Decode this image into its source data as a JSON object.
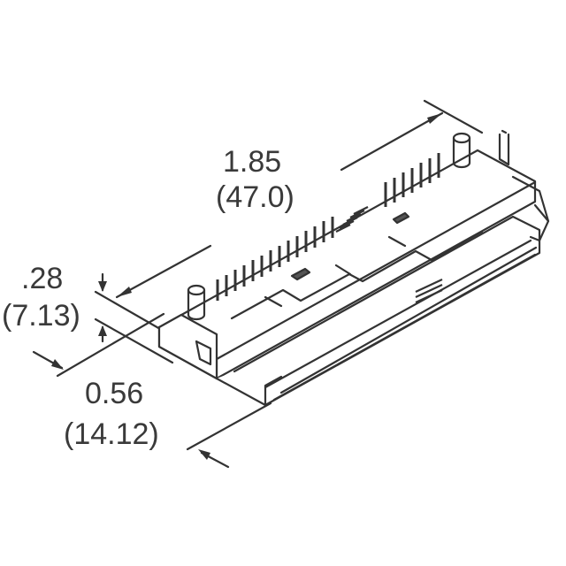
{
  "drawing": {
    "subject": "Edge card connector, isometric outline drawing",
    "line_color": "#333333",
    "text_color": "#3a3a3a",
    "background": "#ffffff"
  },
  "dimensions": {
    "length": {
      "inch": "1.85",
      "mm": "(47.0)"
    },
    "height": {
      "inch": ".28",
      "mm": "(7.13)"
    },
    "width": {
      "inch": "0.56",
      "mm": "(14.12)"
    }
  }
}
